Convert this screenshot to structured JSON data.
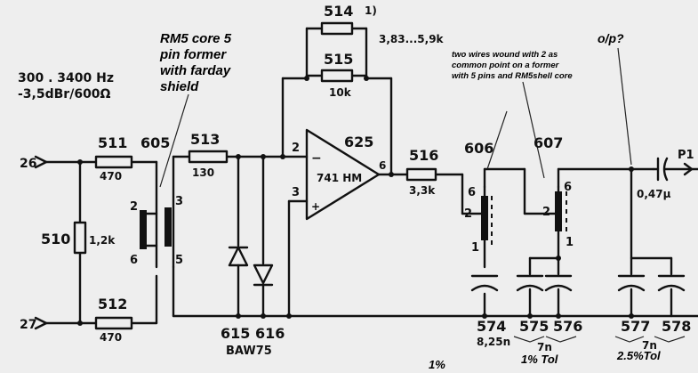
{
  "annotations": {
    "rm5_line1": "RM5 core 5",
    "rm5_line2": "pin former",
    "rm5_line3": "with farday",
    "rm5_line4": "shield",
    "wires_line1": "two wires wound with 2 as",
    "wires_line2": "common point on a former",
    "wires_line3": "with 5 pins and RM5shell core",
    "output": "o/p?",
    "tol_574": "1%",
    "tol_575": "1% Tol",
    "tol_577": "2.5%Tol"
  },
  "spec": {
    "freq": "300 . 3400 Hz",
    "level": "-3,5dBr/600Ω"
  },
  "terminals": {
    "in_a": "26",
    "in_b": "27",
    "out": "P1"
  },
  "resistors": {
    "r511": {
      "ref": "511",
      "value": "470"
    },
    "r512": {
      "ref": "512",
      "value": "470"
    },
    "r510": {
      "ref": "510",
      "value": "1,2k"
    },
    "r513": {
      "ref": "513",
      "value": "130"
    },
    "r514": {
      "ref": "514",
      "value": "3,83...5,9k",
      "mark": "1)"
    },
    "r515": {
      "ref": "515",
      "value": "10k"
    },
    "r516": {
      "ref": "516",
      "value": "3,3k"
    }
  },
  "opamp": {
    "ref": "625",
    "name": "741 HM",
    "pin_inv": "2",
    "pin_noninv": "3",
    "pin_out": "6",
    "minus": "−",
    "plus": "+"
  },
  "transformers": {
    "t605": {
      "ref": "605",
      "p2": "2",
      "p3": "3",
      "p6": "6",
      "p5": "5"
    },
    "t606": {
      "ref": "606",
      "p6": "6",
      "p2": "2",
      "p1": "1"
    },
    "t607": {
      "ref": "607",
      "p2": "2",
      "p6": "6",
      "p1": "1"
    }
  },
  "diodes": {
    "d615": "615",
    "d616": "616",
    "type": "BAW75"
  },
  "capacitors": {
    "c_out": {
      "value": "0,47µ"
    },
    "c574": {
      "ref": "574",
      "value": "8,25n"
    },
    "c575": {
      "ref": "575"
    },
    "c576": {
      "ref": "576"
    },
    "c577": {
      "ref": "577"
    },
    "c578": {
      "ref": "578"
    },
    "group_575_576": "7n",
    "group_577_578": "7n"
  }
}
